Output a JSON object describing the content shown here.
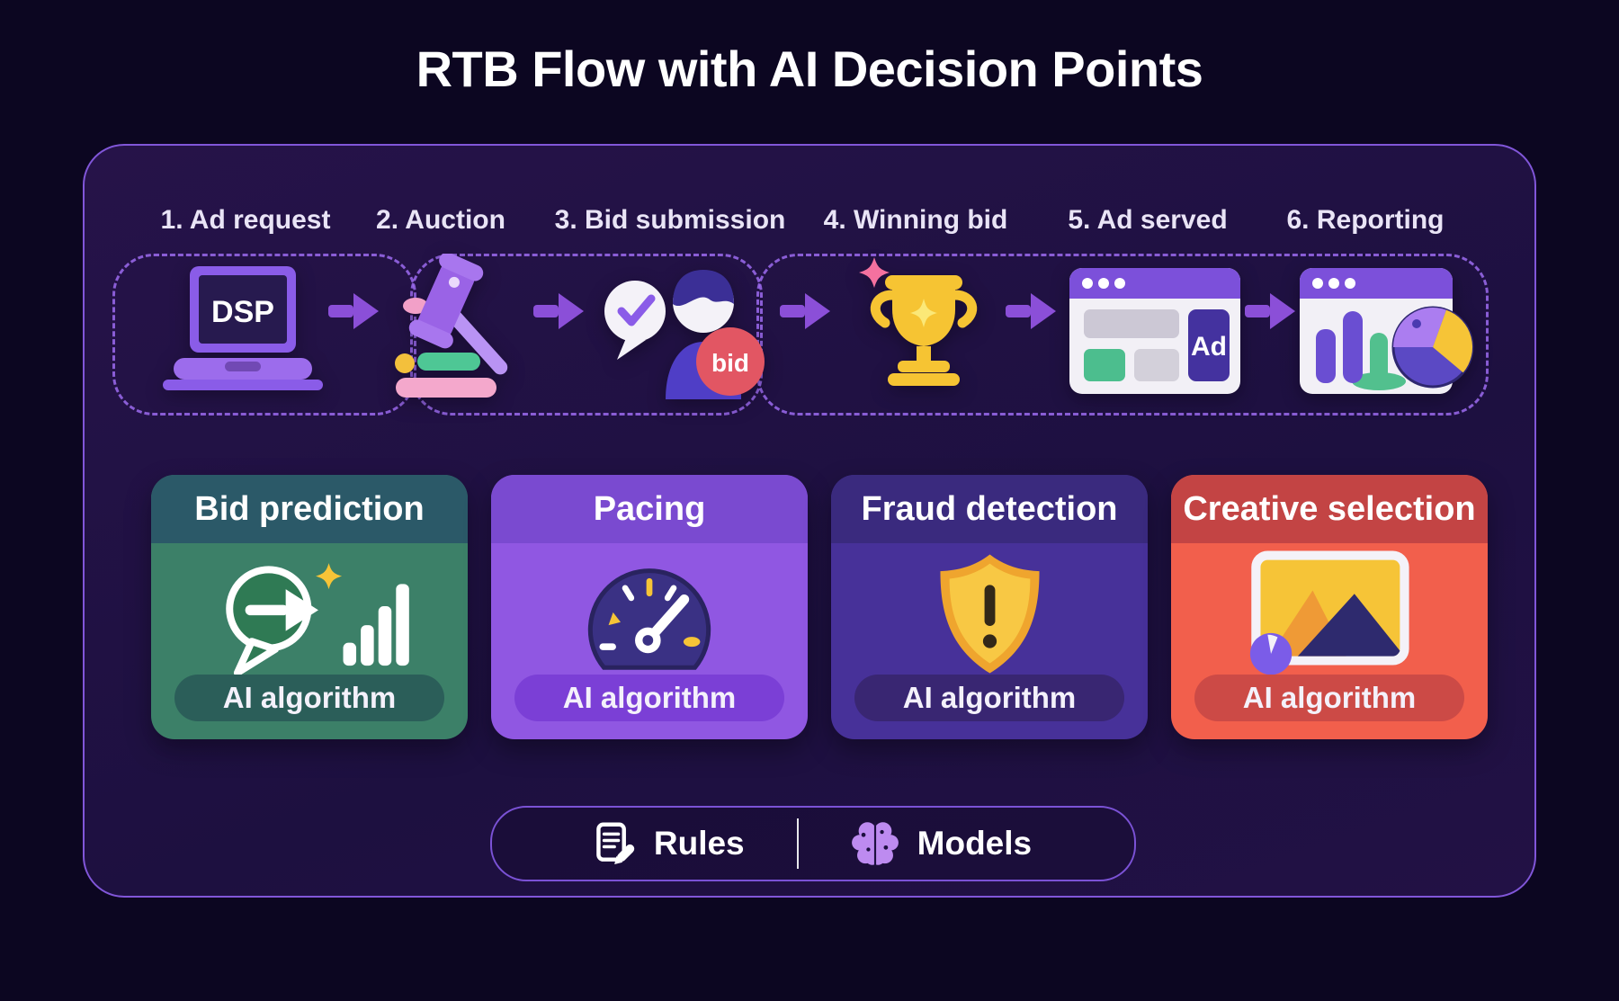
{
  "title": "RTB Flow with AI Decision Points",
  "flow": {
    "steps": [
      {
        "label": "1. Ad request",
        "icon": "dsp-laptop-icon",
        "dsp_text": "DSP"
      },
      {
        "label": "2. Auction",
        "icon": "gavel-icon"
      },
      {
        "label": "3. Bid submission",
        "icon": "bidder-icon",
        "badge_text": "bid"
      },
      {
        "label": "4. Winning bid",
        "icon": "trophy-icon"
      },
      {
        "label": "5. Ad served",
        "icon": "browser-ad-icon",
        "ad_text": "Ad"
      },
      {
        "label": "6. Reporting",
        "icon": "report-chart-icon"
      }
    ]
  },
  "cards": [
    {
      "title": "Bid prediction",
      "tag": "AI algorithm",
      "icon": "trend-chart-icon",
      "header_color": "#2b5968",
      "body_color": "#3c8068",
      "pill_color": "#2b5e59"
    },
    {
      "title": "Pacing",
      "tag": "AI algorithm",
      "icon": "speedometer-icon",
      "header_color": "#7a4ad0",
      "body_color": "#9057e2",
      "pill_color": "#7b3fd6"
    },
    {
      "title": "Fraud detection",
      "tag": "AI algorithm",
      "icon": "shield-alert-icon",
      "header_color": "#3a2a7e",
      "body_color": "#473199",
      "pill_color": "#392672"
    },
    {
      "title": "Creative selection",
      "tag": "AI algorithm",
      "icon": "image-icon",
      "header_color": "#c34444",
      "body_color": "#f25f4c",
      "pill_color": "#cc4a46"
    }
  ],
  "legend": {
    "items": [
      {
        "label": "Rules",
        "icon": "rules-document-icon"
      },
      {
        "label": "Models",
        "icon": "brain-icon"
      }
    ]
  },
  "colors": {
    "page_bg": "#0c0621",
    "panel_bg": "#211144",
    "panel_border": "#8156d9",
    "dashed_border": "#9d6cf0",
    "arrow": "#8b4fd8",
    "accent_purple": "#7c50da",
    "gold": "#f6c433",
    "pink_sparkle": "#f4719f",
    "green": "#4cbe8e",
    "bid_badge_red": "#e25663",
    "brain_icon": "#bd8bf0"
  }
}
